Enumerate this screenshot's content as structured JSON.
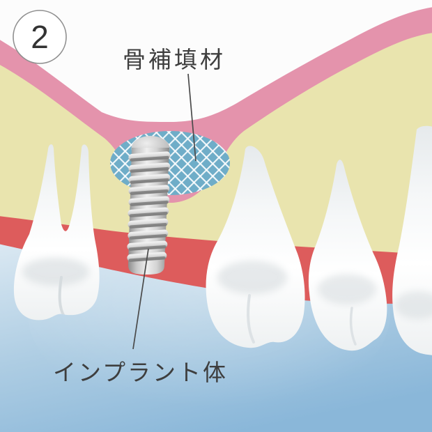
{
  "figure": {
    "step_badge": "2",
    "labels": {
      "bone_graft": "骨補填材",
      "implant_body": "インプラント体"
    },
    "colors": {
      "background": "#fcfcfc",
      "gum_pink": "#e493ac",
      "bone_cream": "#e9e4ae",
      "inner_gum_red": "#dd5c5c",
      "graft_mesh_blue": "#6fadc8",
      "graft_mesh_line": "#ffffff",
      "oral_cavity_light": "#e2edf5",
      "oral_cavity_deep": "#8ab7d9",
      "label_text": "#3e3e3e",
      "leader_line": "#4a4a4a",
      "badge_border": "#8f8f8f",
      "badge_fill": "#ffffff",
      "badge_text": "#333333"
    }
  }
}
